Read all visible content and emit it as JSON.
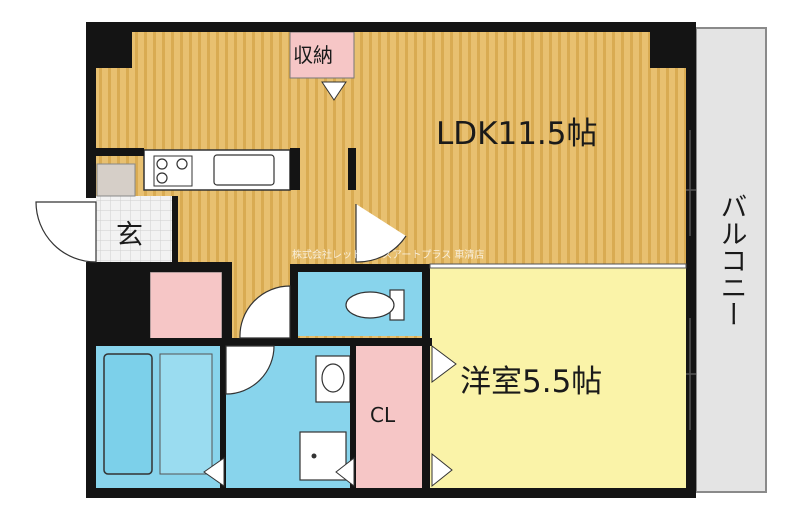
{
  "rooms": {
    "ldk": "LDK11.5帖",
    "western": "洋室5.5帖",
    "entrance": "玄",
    "storage": "収納",
    "closet": "CL",
    "balcony": "バルコニー"
  },
  "watermark": "株式会社レッドハウスアートプラス 車清店",
  "colors": {
    "floor": "#e8c070",
    "floor_stripe": "#d6a648",
    "western": "#faf3a8",
    "water": "#88d4ec",
    "pink": "#f6c6c6",
    "balcony": "#e4e4e4",
    "wall": "#141414"
  }
}
